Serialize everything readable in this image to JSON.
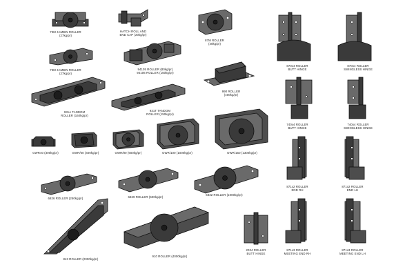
{
  "products": [
    {
      "label": "73M JAMBIN ROLLER\n(27kg/pr)"
    },
    {
      "label": "HATCH ROLL AND\nEND CAP (20kg/pr)"
    },
    {
      "label": "87M ROLLER\n(40kg/pr)"
    },
    {
      "label": "73M JAMBIN ROLLER\n(27kg/pr)"
    },
    {
      "label": "94105 ROLLER (80kg/pr)\n94106 ROLLER (150kg/pr)"
    },
    {
      "label": "990 ROLLER\n(400kg/pr)"
    },
    {
      "label": "931A TANDOM\nROLLER (160kg/pr)"
    },
    {
      "label": "931T TANDOM\nROLLER (150kg/pr)"
    },
    {
      "label": "GWR40 (300kg/pr)"
    },
    {
      "label": "GWR/60 (400kg/pr)"
    },
    {
      "label": "GWR/80 (600kg/pr)"
    },
    {
      "label": "GWR/100 (1000kg/pr)"
    },
    {
      "label": "GWR/150 (1300kg/pr)"
    },
    {
      "label": "6826 ROLLER (250kg/pr)"
    },
    {
      "label": "6829 ROLLER (500kg/pr)"
    },
    {
      "label": "6832 ROLLER (1000kg/pr)"
    },
    {
      "label": "843 ROLLER (2000kg/pr)"
    },
    {
      "label": "910 ROLLER (4000kg/pr)"
    },
    {
      "label": "870x4 ROLLER\nBUTT HINGE"
    },
    {
      "label": "870x4 ROLLER\nSWINGLESS HINGE"
    },
    {
      "label": "740x4 ROLLER\nBUTT HINGE"
    },
    {
      "label": "740x4 ROLLER\nSWINGLESS HINGE"
    },
    {
      "label": "871x2 ROLLER\nEND RH"
    },
    {
      "label": "871x2 ROLLER\nEND LH"
    },
    {
      "label": "2034 ROLLER\nBUTT HINGE"
    },
    {
      "label": "871x3 ROLLER\nMEETING END RH"
    },
    {
      "label": "871x3 ROLLER\nMEETING END LH"
    }
  ]
}
